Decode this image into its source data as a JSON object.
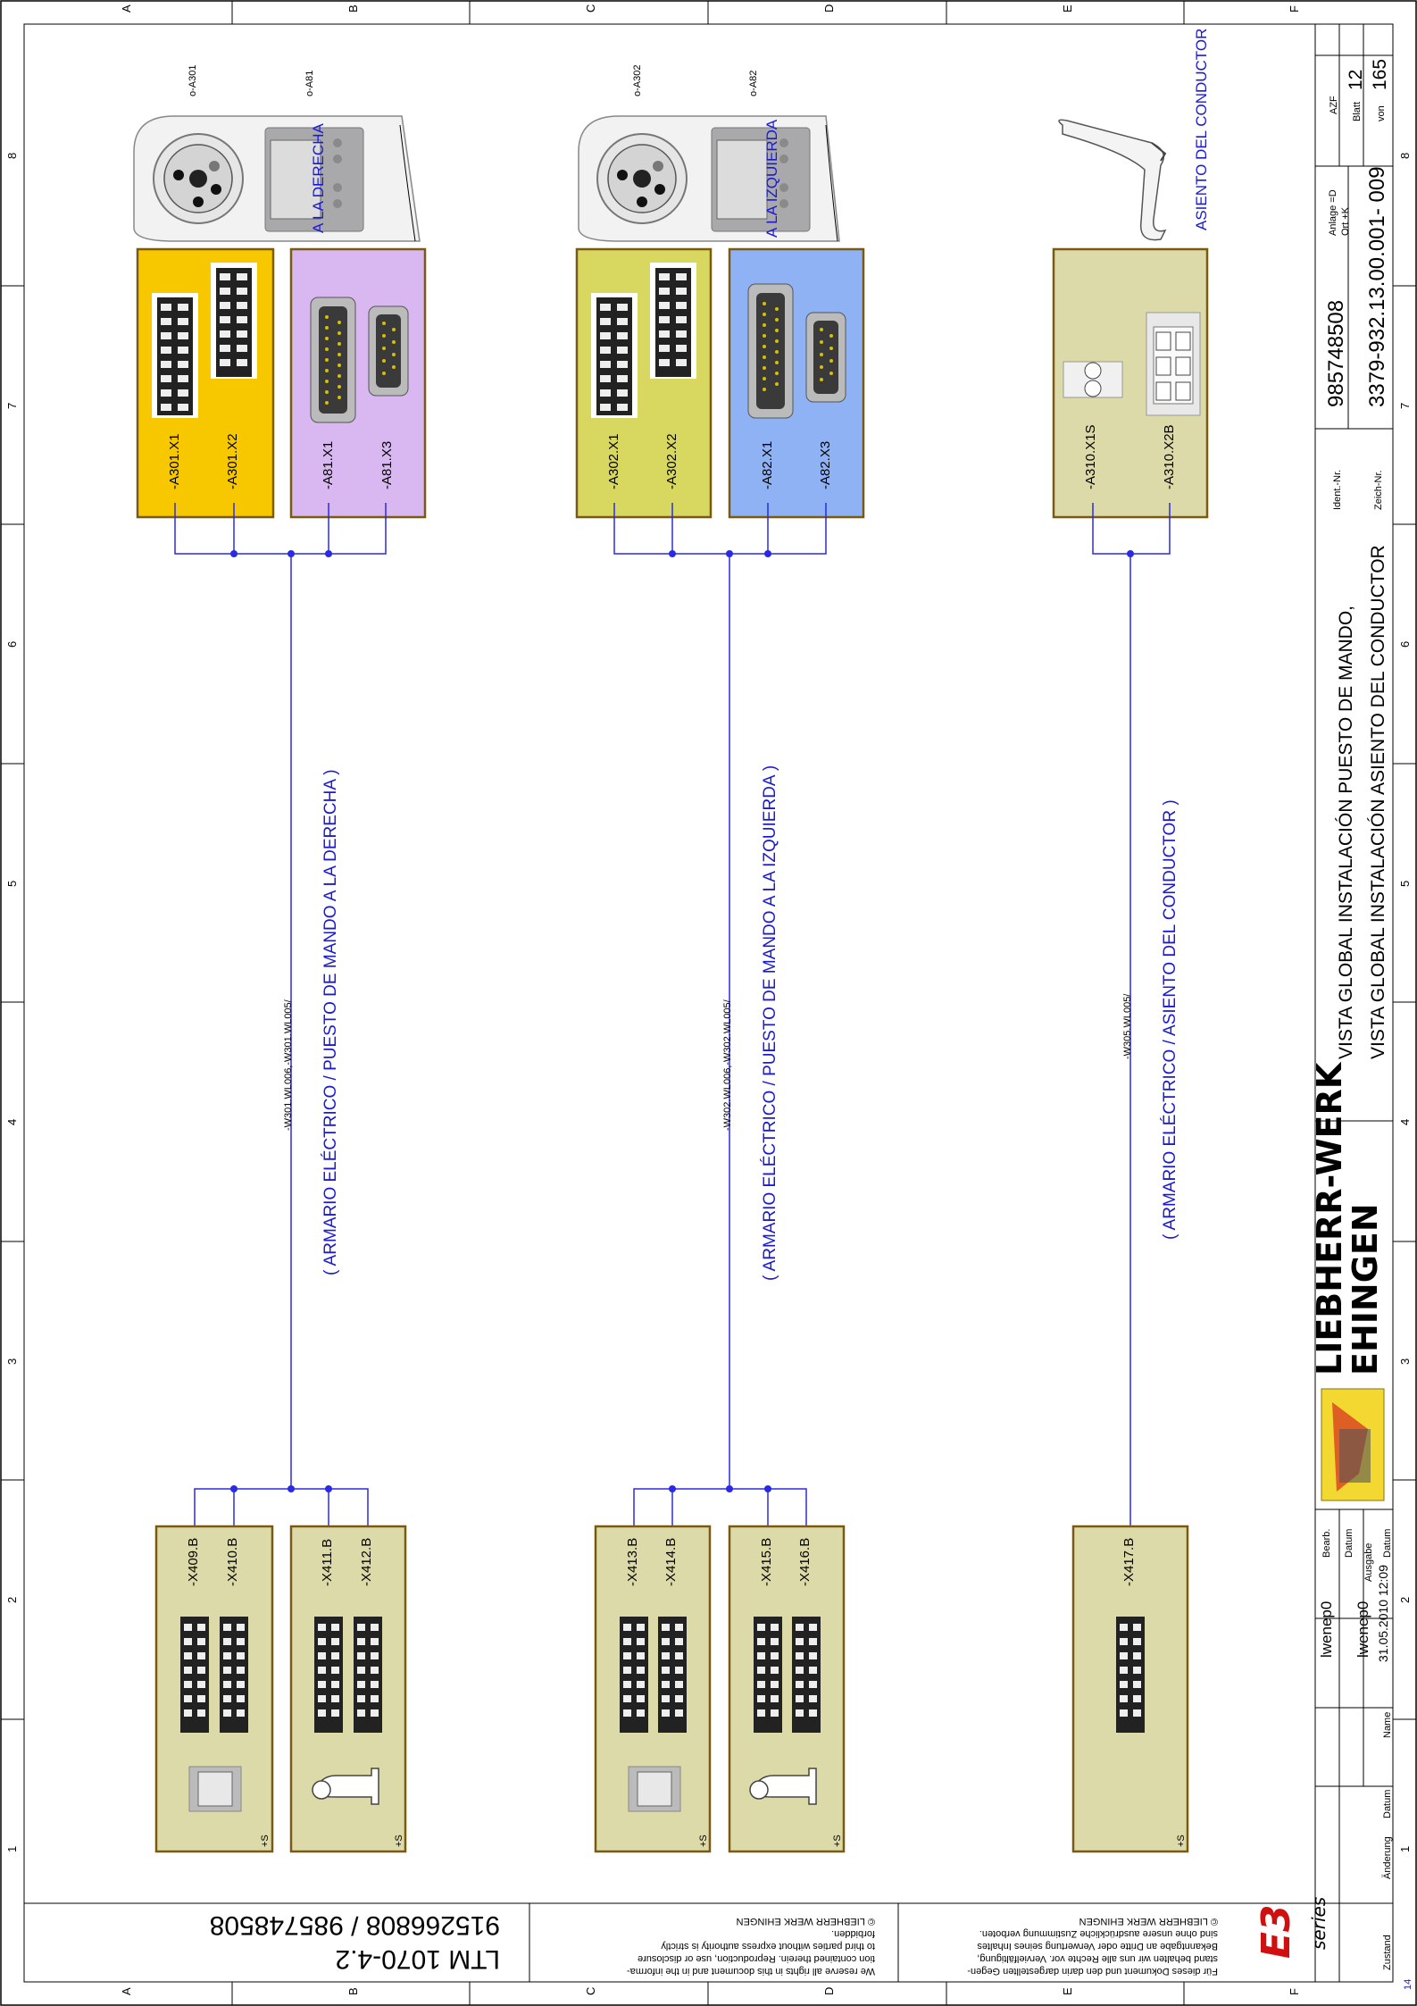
{
  "zones": {
    "row_letters": [
      "A",
      "B",
      "C",
      "D",
      "E",
      "F"
    ],
    "col_numbers": [
      "1",
      "2",
      "3",
      "4",
      "5",
      "6",
      "7",
      "8"
    ]
  },
  "devices": {
    "a301": "o-A301",
    "a81": "o-A81",
    "a302": "o-A302",
    "a82": "o-A82",
    "derecha": "A LA DERECHA",
    "izquierda": "A LA IZQUIERDA",
    "asiento": "ASIENTO DEL CONDUCTOR"
  },
  "connectors": {
    "a301x1": "-A301.X1",
    "a301x2": "-A301.X2",
    "a81x1": "-A81.X1",
    "a81x3": "-A81.X3",
    "a302x1": "-A302.X1",
    "a302x2": "-A302.X2",
    "a82x1": "-A82.X1",
    "a82x3": "-A82.X3",
    "a310x1s": "-A310.X1S",
    "a310x2b": "-A310.X2B",
    "x409": "-X409.B",
    "x410": "-X410.B",
    "x411": "-X411.B",
    "x412": "-X412.B",
    "x413": "-X413.B",
    "x414": "-X414.B",
    "x415": "-X415.B",
    "x416": "-X416.B",
    "x417": "-X417.B",
    "plus_s": "+S"
  },
  "cables": {
    "w301": "-W301.WL006,-W301.WL005/",
    "w302": "-W302.WL006,-W302.WL005/",
    "w305": "-W305.WL005/"
  },
  "routes": {
    "derecha": "( ARMARIO ELÉCTRICO / PUESTO DE MANDO A LA DERECHA )",
    "izquierda": "( ARMARIO ELÉCTRICO / PUESTO DE MANDO A LA IZQUIERDA )",
    "asiento": "( ARMARIO ELÉCTRICO / ASIENTO DEL CONDUCTOR )"
  },
  "title_block": {
    "title_line1": "VISTA GLOBAL INSTALACIÓN PUESTO DE MANDO,",
    "title_line2": "VISTA GLOBAL INSTALACIÓN ASIENTO DEL CONDUCTOR",
    "ident_label": "Ident.-Nr.",
    "ident_value": "985748508",
    "zeich_label": "Zeich-Nr.",
    "zeich_value": "3379-932.13.00.001- 009",
    "anlage": "Anlage =D",
    "ort": "Ort +K",
    "azf": "AZF",
    "blatt_label": "Blatt",
    "blatt_value": "12",
    "von_label": "von",
    "von_value": "165",
    "company1": "LIEBHERR-WERK",
    "company2": "EHINGEN",
    "bearb_label": "Bearb.",
    "bearb_value": "lwenep0",
    "datum_label": "Datum",
    "ausgabe_label": "Ausgabe",
    "ausgabe_value": "lwenep0",
    "ausgabe_date": "31.05.2010 12:09",
    "name_label": "Name",
    "datum2_label": "Datum",
    "aenderung_label": "Änderung",
    "zustand_label": "Zustand",
    "page_number": "14",
    "e3": "E3",
    "series": "series"
  },
  "legal": {
    "de1": "Für dieses Dokument und den darin dargestellten Gegen-",
    "de2": "stand behalten wir uns alle Rechte vor. Vervielfältigung,",
    "de3": "Bekanntgabe an Dritte oder Verwertung seines Inhaltes",
    "de4": "sind ohne unsere ausdrückliche Zustimmung verboten.",
    "de5": "© LIEBHERR WERK EHINGEN",
    "en1": "We reserve all rights in this document and in the informa-",
    "en2": "tion contained therein. Reproduction, use or disclosure",
    "en3": "to third parties without express authority is strictly",
    "en4": "forbidden.",
    "en5": "© LIEBHERR WERK EHINGEN"
  },
  "machine": {
    "model": "LTM 1070-4.2",
    "numbers": "915266808 / 985748508"
  },
  "colors": {
    "yellow": "#f7c800",
    "lime": "#d8d860",
    "purple": "#d9b8f2",
    "blue_box": "#8fb2f5",
    "khaki": "#dcdaa8",
    "frame": "#7a5a10",
    "wire": "#2a2ae6"
  }
}
